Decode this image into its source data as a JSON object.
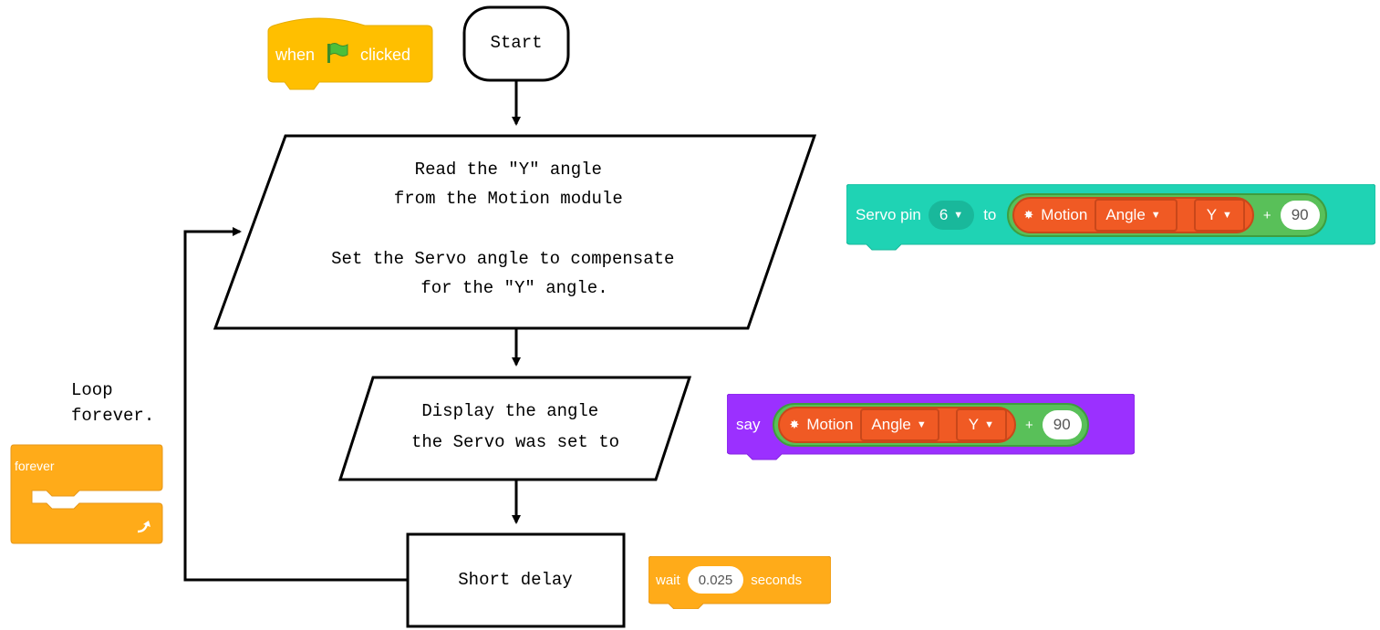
{
  "flowchart": {
    "start": "Start",
    "read_lines": [
      "Read the \"Y\" angle",
      "from the Motion module",
      "",
      "Set the Servo angle to compensate",
      "for the \"Y\" angle."
    ],
    "display_lines": [
      "Display the angle",
      "the Servo was set to"
    ],
    "delay": "Short delay",
    "loop_label": [
      "Loop",
      "forever."
    ]
  },
  "blocks": {
    "hat": {
      "when": "when",
      "clicked": "clicked",
      "flag_icon": "green-flag-icon"
    },
    "forever": {
      "label": "forever",
      "arrow_icon": "loop-arrow-icon"
    },
    "servo": {
      "label": "Servo pin",
      "pin": "6",
      "to": "to",
      "motion": "Motion",
      "angle": "Angle",
      "axis": "Y",
      "plus": "+",
      "offset": "90"
    },
    "say": {
      "label": "say",
      "motion": "Motion",
      "angle": "Angle",
      "axis": "Y",
      "plus": "+",
      "offset": "90"
    },
    "wait": {
      "label": "wait",
      "value": "0.025",
      "unit": "seconds"
    }
  },
  "colors": {
    "events": "#ffbf00",
    "control": "#ffab19",
    "servo": "#1fd3b4",
    "looks": "#9b30ff",
    "operator": "#59c059",
    "sensor": "#f05a24"
  }
}
